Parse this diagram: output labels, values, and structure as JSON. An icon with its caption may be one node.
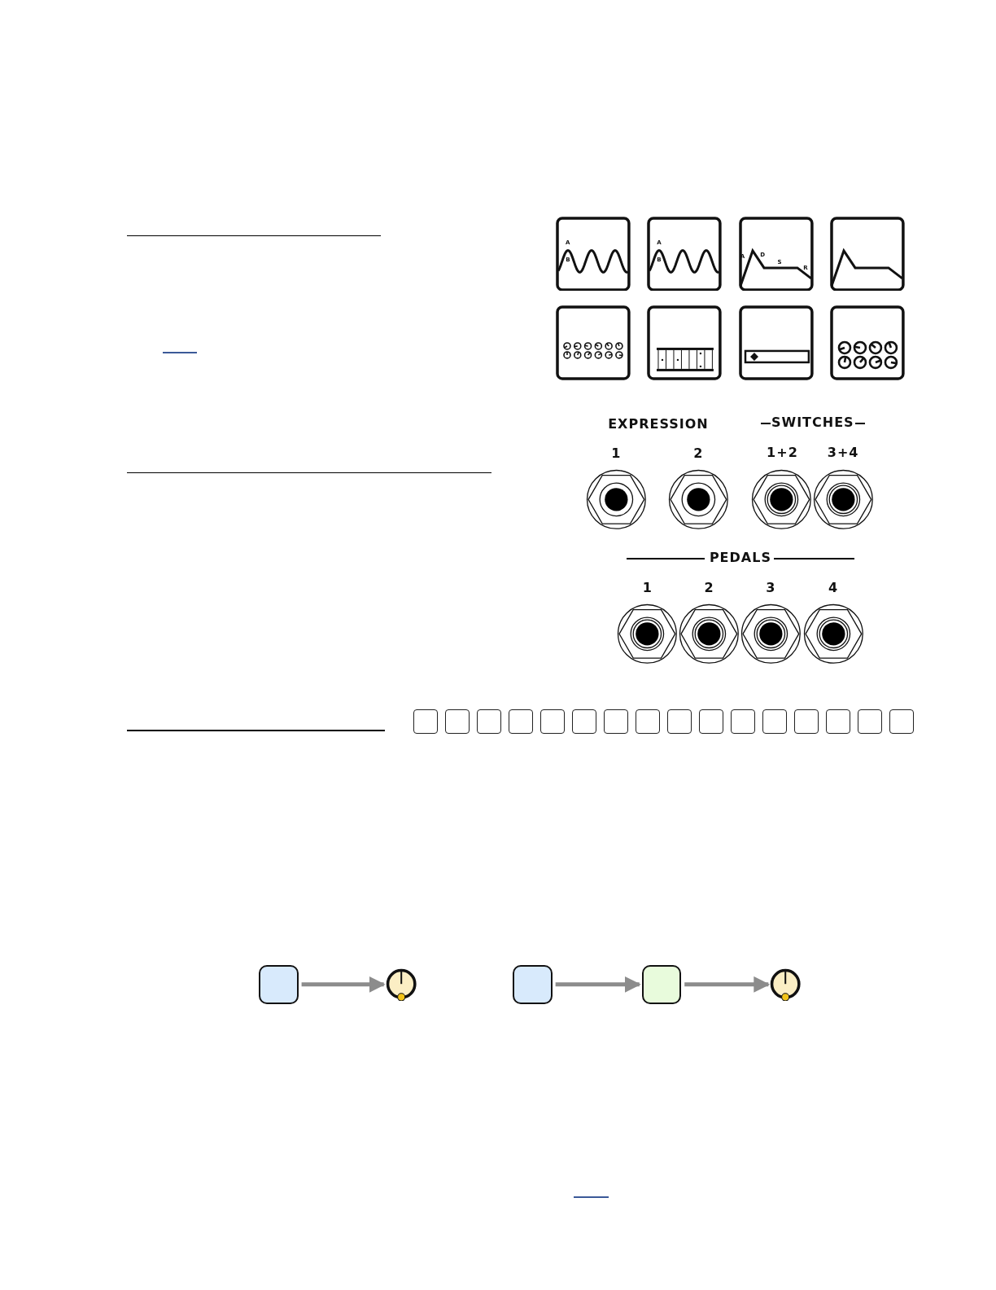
{
  "diagram": {
    "nodes": [
      {
        "text": [],
        "shape": "box"
      },
      {
        "text": [],
        "shape": "knob"
      },
      {
        "text": [],
        "shape": "box"
      },
      {
        "text": [],
        "shape": "box"
      },
      {
        "text": [],
        "shape": "knob"
      }
    ],
    "edges": [
      {
        "from": 0,
        "to": 1,
        "arrow": "to"
      },
      {
        "from": 2,
        "to": 3,
        "arrow": "to"
      },
      {
        "from": 3,
        "to": 4,
        "arrow": "to"
      }
    ],
    "labels": [
      "A",
      "B",
      "A",
      "B",
      "A",
      "D",
      "S",
      "R",
      "EXPRESSION",
      "SWITCHES",
      "1",
      "2",
      "1+2",
      "3+4",
      "PEDALS",
      "1",
      "2",
      "3",
      "4"
    ]
  }
}
